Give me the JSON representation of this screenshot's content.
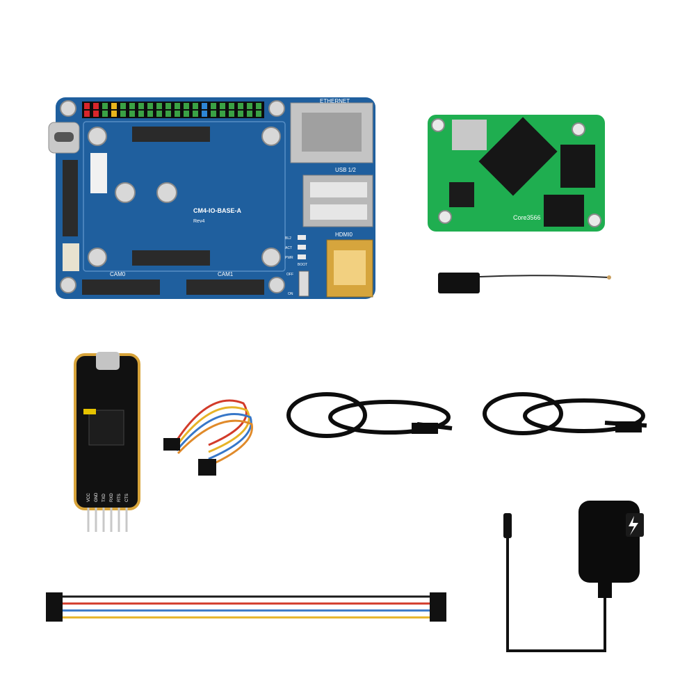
{
  "scene": {
    "background": "#ffffff"
  },
  "io_board": {
    "title": "CM4-IO-BASE-A",
    "revision": "Rev4",
    "ethernet_label": "ETHERNET",
    "usb_label": "USB 1/2",
    "hdmi_label": "HDMI0",
    "cam0_label": "CAM0",
    "cam1_label": "CAM1",
    "led_labels": [
      "BL2",
      "ACT",
      "PWR"
    ],
    "boot_label": "BOOT",
    "switch_off_label": "OFF",
    "switch_on_label": "ON",
    "board_color": "#1f5f9e",
    "pin_colors": [
      "#d8262b",
      "#e9b51c",
      "#3aa245",
      "#2e86d6"
    ]
  },
  "core_module": {
    "label": "Core3566",
    "board_color": "#1fae50"
  },
  "antenna": {
    "color": "#111111"
  },
  "usb_uart_module": {
    "pin_labels": [
      "VCC",
      "GND",
      "TXD",
      "RXD",
      "RTS",
      "CTS"
    ],
    "board_color": "#111111",
    "edge_color": "#d7a33a"
  },
  "jumper_wires": {
    "colors": [
      "#1a1a1a",
      "#d23b2a",
      "#3777c8",
      "#e6b327"
    ]
  },
  "usb_cables": {
    "count": 2,
    "color": "#0d0d0d"
  },
  "power_adapter": {
    "color": "#0c0c0c"
  },
  "icons": [
    "lightning-icon"
  ]
}
